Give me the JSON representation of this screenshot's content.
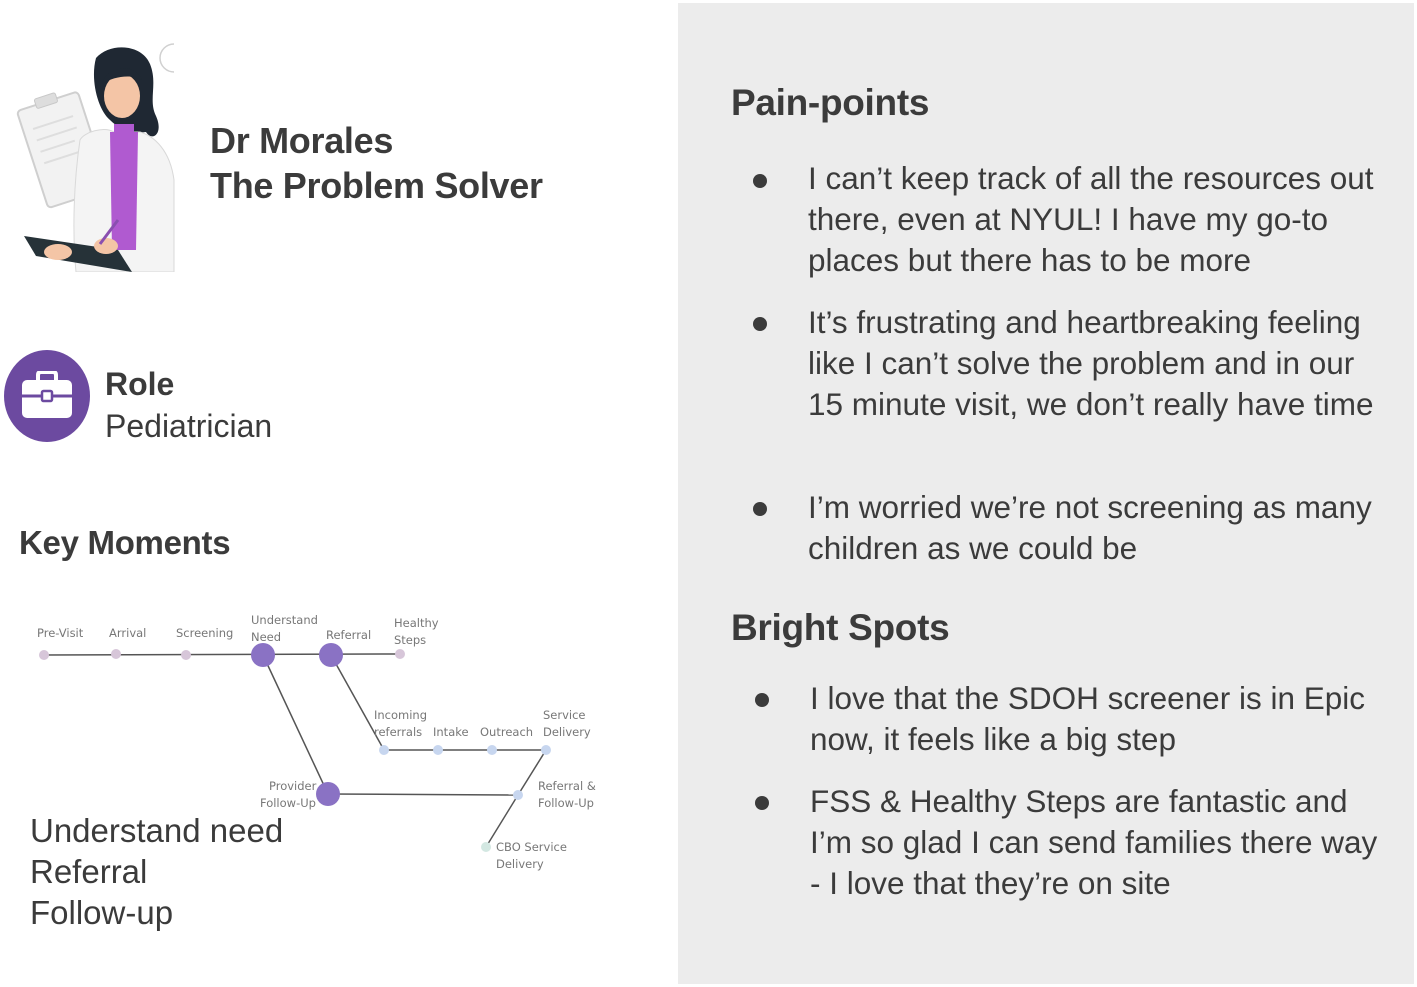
{
  "persona": {
    "name": "Dr Morales",
    "title": "The Problem Solver",
    "illustration_icon": "doctor-with-clipboard-illustration"
  },
  "role": {
    "icon": "briefcase-icon",
    "label": "Role",
    "value": "Pediatrician"
  },
  "key_moments": {
    "heading": "Key Moments",
    "journey_labels": {
      "pre_visit": "Pre-Visit",
      "arrival": "Arrival",
      "screening": "Screening",
      "understand_need_1": "Understand",
      "understand_need_2": "Need",
      "referral": "Referral",
      "healthy_steps_1": "Healthy",
      "healthy_steps_2": "Steps",
      "incoming_referrals_1": "Incoming",
      "incoming_referrals_2": "referrals",
      "intake": "Intake",
      "outreach": "Outreach",
      "service_delivery_1": "Service",
      "service_delivery_2": "Delivery",
      "referral_followup_1": "Referral &",
      "referral_followup_2": "Follow-Up",
      "provider_followup_1": "Provider",
      "provider_followup_2": "Follow-Up",
      "cbo_service_delivery_1": "CBO Service",
      "cbo_service_delivery_2": "Delivery"
    },
    "items": [
      "Understand need",
      "Referral",
      "Follow-up"
    ]
  },
  "pain_points": {
    "heading": "Pain-points",
    "items": [
      "I can’t keep track of all the resources out there, even at NYUL! I have my go-to places but there has to be more",
      "It’s frustrating and heartbreaking feeling like I can’t solve the problem and in our 15 minute visit, we don’t really have time",
      "I’m worried we’re not screening as many children as we could be"
    ]
  },
  "bright_spots": {
    "heading": "Bright Spots",
    "items": [
      "I love that the SDOH screener is in Epic now, it feels like a big step",
      "FSS & Healthy Steps are fantastic and I’m so glad I can send families there way - I love that they’re on site"
    ]
  },
  "colors": {
    "accent_purple": "#6c4aa0",
    "key_node_purple": "#8a72c4",
    "panel_gray": "#ececec",
    "text_dark": "#3b3b3b"
  }
}
